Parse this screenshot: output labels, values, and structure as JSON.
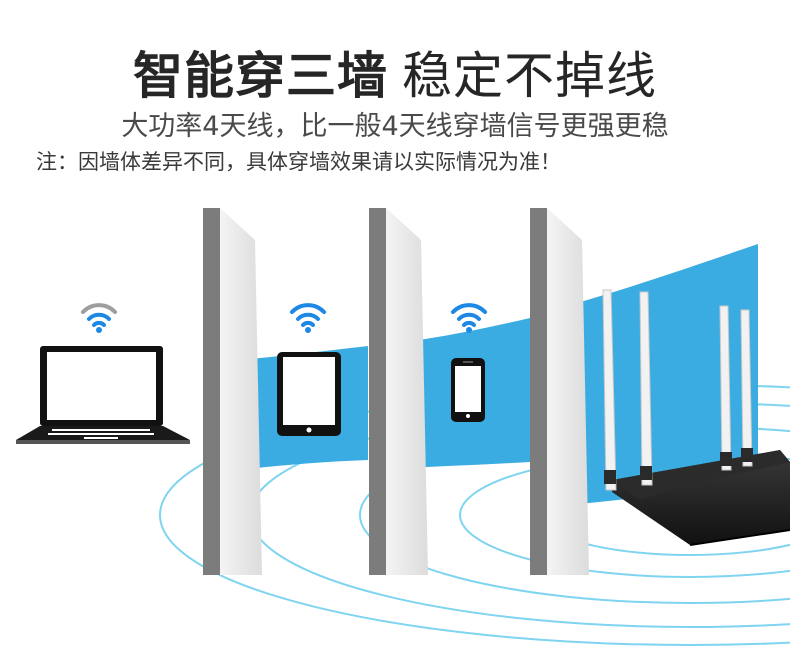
{
  "headline": {
    "bold": "智能穿三墙",
    "light": "稳定不掉线"
  },
  "subheadline": "大功率4天线，比一般4天线穿墙信号更强更稳",
  "note": "注：因墙体差异不同，具体穿墙效果请以实际情况为准！",
  "devices": [
    "laptop",
    "tablet",
    "smartphone",
    "router"
  ],
  "colors": {
    "signal_band": "#3aace2",
    "wifi_icon": "#1e88e5",
    "wave_ring": "#7fd4f0",
    "wall_front": "#7c7c7c",
    "wall_side": "#e9e9e9"
  }
}
